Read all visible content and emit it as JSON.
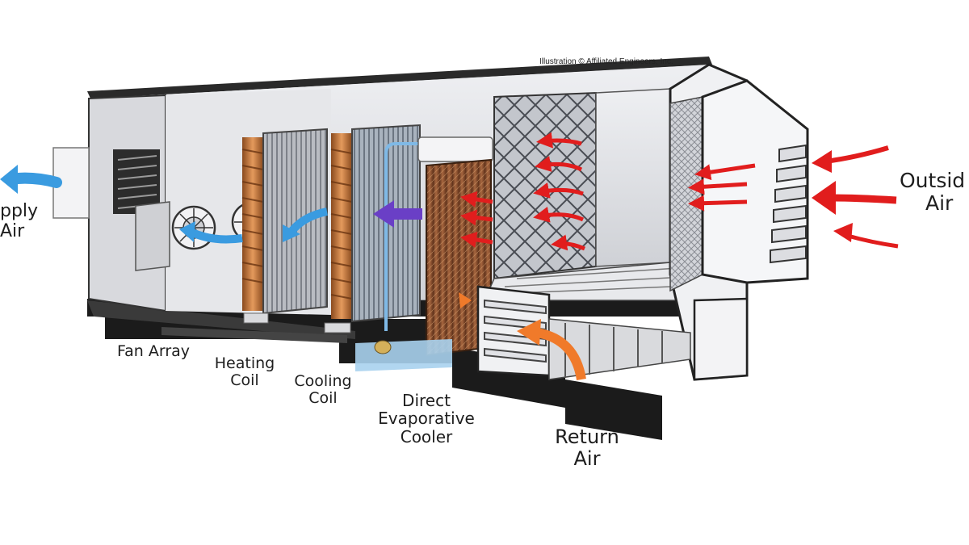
{
  "credit": "Illustration © Affiliated Engineers, Inc.",
  "labels": {
    "supply_air": [
      "pply",
      "Air"
    ],
    "outside_air": [
      "Outsid",
      "Air"
    ],
    "fan_array": [
      "Fan Array"
    ],
    "heating_coil": [
      "Heating",
      "Coil"
    ],
    "cooling_coil": [
      "Cooling",
      "Coil"
    ],
    "evaporative_cooler": [
      "Direct",
      "Evaporative",
      "Cooler"
    ],
    "return_air": [
      "Return",
      "Air"
    ]
  },
  "colors": {
    "supply_arrow": "#3a9be0",
    "outside_arrow": "#e11d1d",
    "return_arrow": "#f07a2a",
    "process_arrow": "#6a3fc6",
    "copper": "#c8773a",
    "casing_dark": "#1b1b1b",
    "panel_light": "#e4e5e8",
    "water": "#a9d2ee"
  },
  "icons": [
    "fan-icon",
    "coil-icon",
    "filter-icon",
    "louver-icon",
    "damper-icon"
  ]
}
